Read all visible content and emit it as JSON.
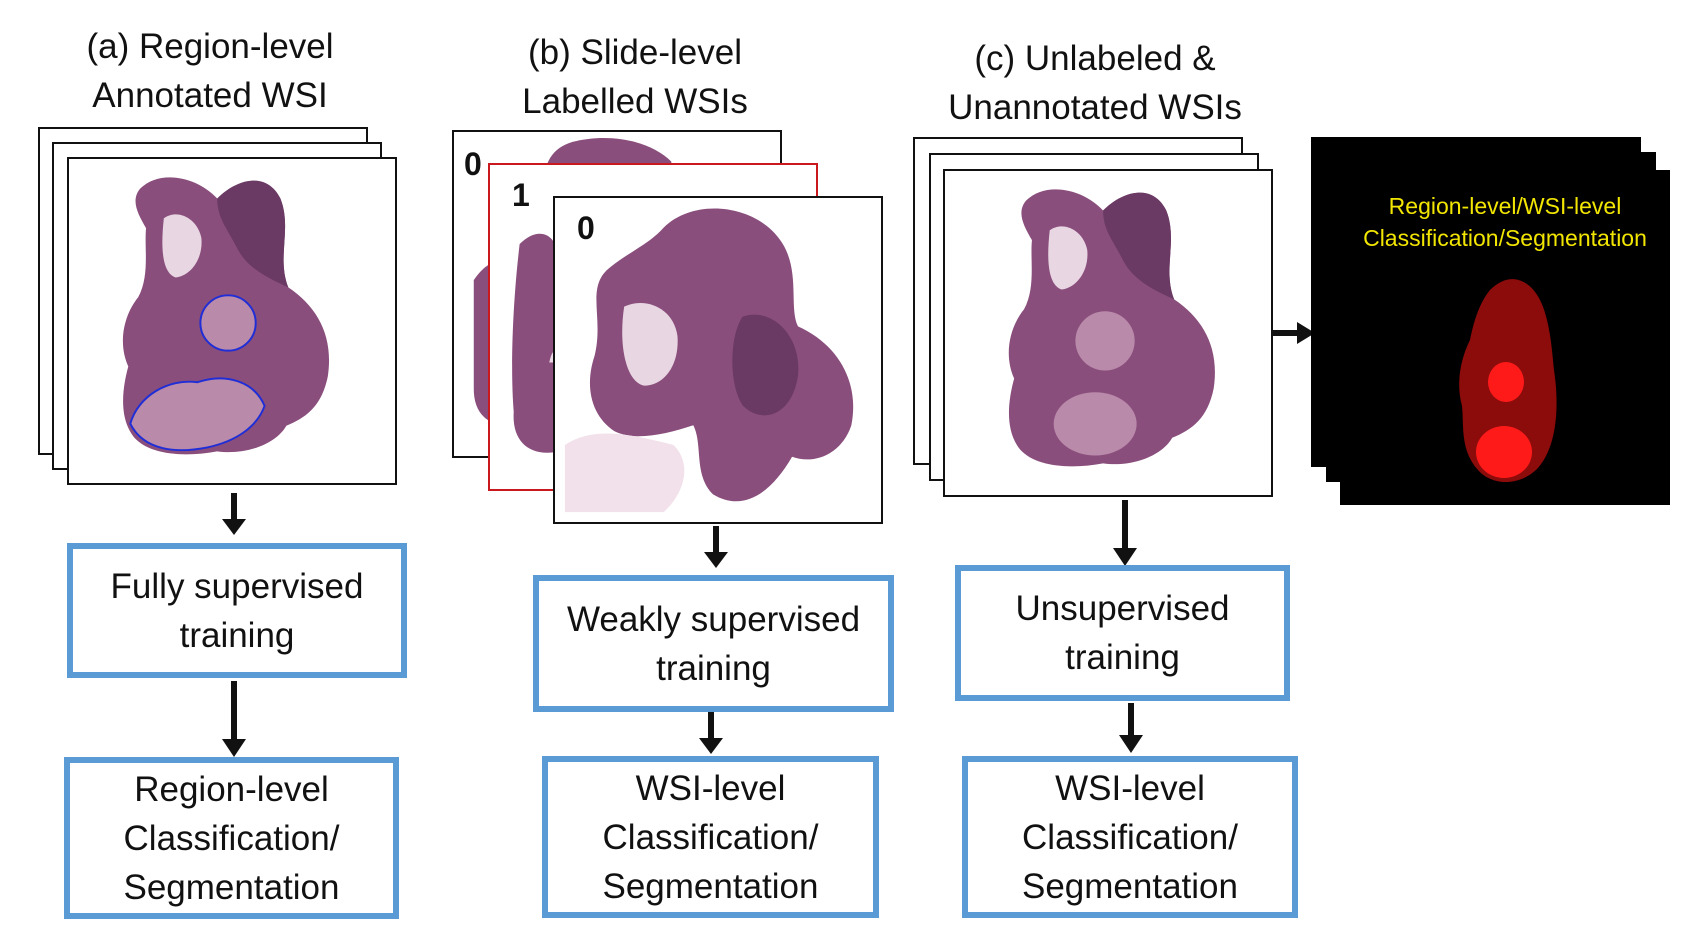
{
  "panels": [
    {
      "id": "a",
      "title_lines": [
        "(a) Region-level",
        "Annotated WSI"
      ],
      "training_lines": [
        "Fully supervised",
        "training"
      ],
      "output_lines": [
        "Region-level",
        "Classification/",
        "Segmentation"
      ]
    },
    {
      "id": "b",
      "title_lines": [
        "(b) Slide-level",
        "Labelled WSIs"
      ],
      "slide_labels": [
        "0",
        "1",
        "0"
      ],
      "training_lines": [
        "Weakly supervised",
        "training"
      ],
      "output_lines": [
        "WSI-level",
        "Classification/",
        "Segmentation"
      ]
    },
    {
      "id": "c",
      "title_lines": [
        "(c) Unlabeled &",
        "Unannotated WSIs"
      ],
      "training_lines": [
        "Unsupervised",
        "training"
      ],
      "output_lines": [
        "WSI-level",
        "Classification/",
        "Segmentation"
      ]
    }
  ],
  "result_map": {
    "caption_lines": [
      "Region-level/WSI-level",
      "Classification/Segmentation"
    ]
  },
  "colors": {
    "box_border": "#5b9bd5",
    "tissue": "#8a4e7d",
    "tissue_dark": "#6a3a64",
    "annotation": "#1f2ed6",
    "labelled_slide_border": "#c9191f",
    "map_background": "#000000",
    "map_tumor": "#ff1a1a",
    "caption": "#f2e600"
  }
}
